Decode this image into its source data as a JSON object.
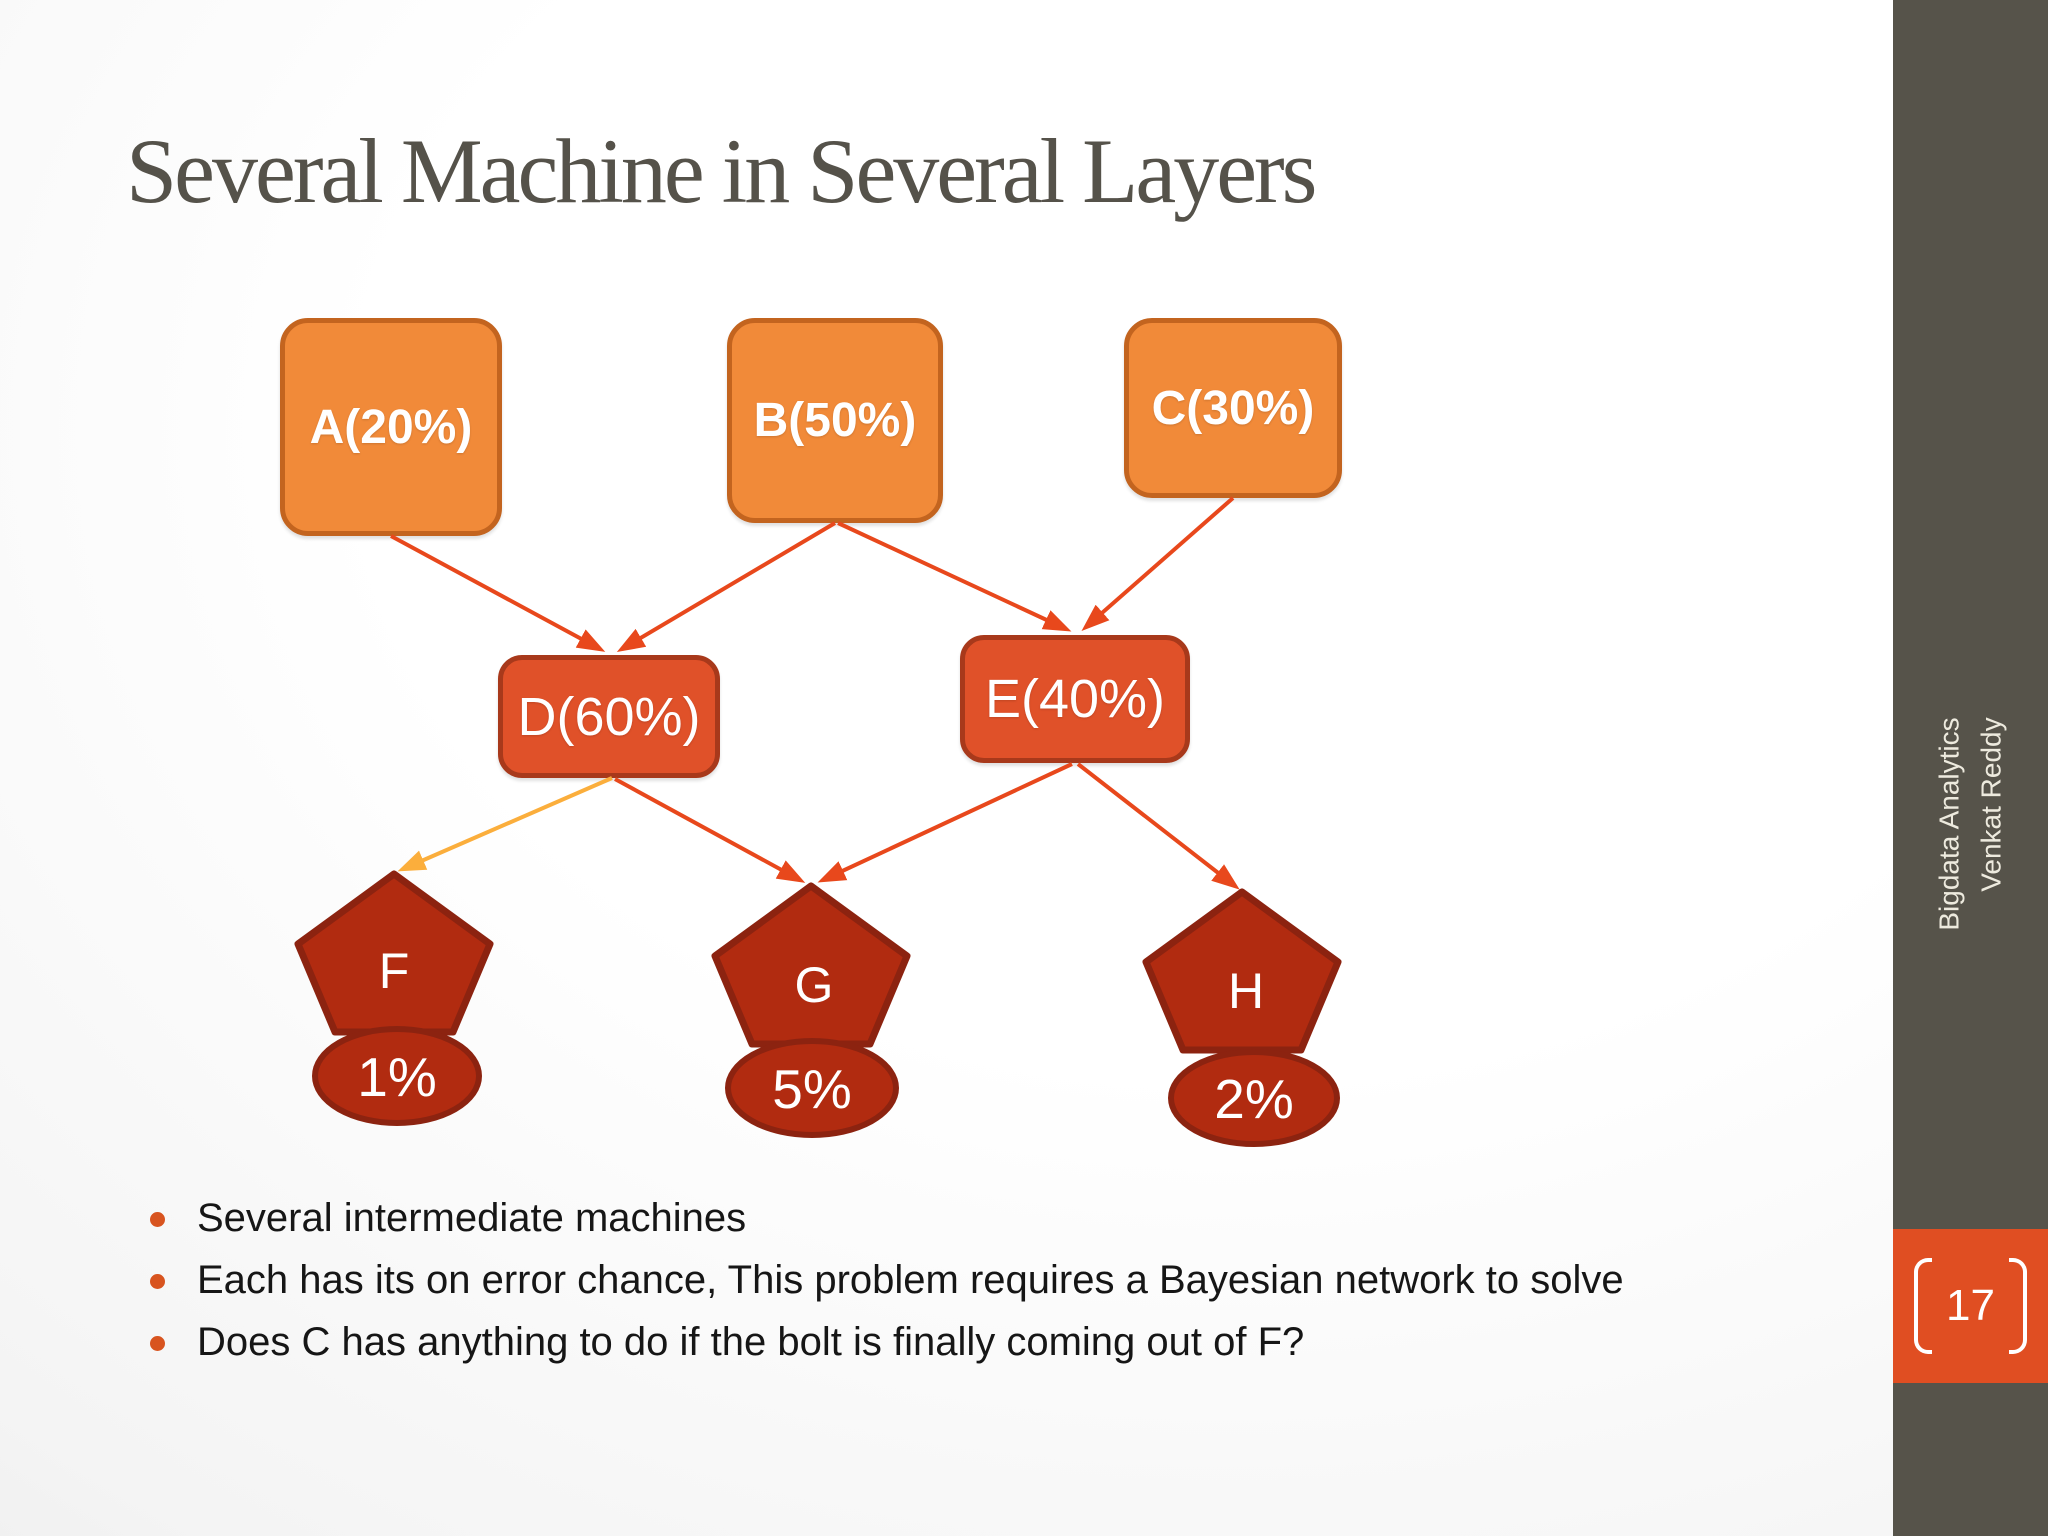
{
  "title": "Several Machine in Several Layers",
  "bullets": [
    "Several intermediate machines",
    "Each has its on error chance, This problem requires a Bayesian network to solve",
    "Does C has anything to do if the bolt is finally coming out of F?"
  ],
  "diagram": {
    "inputs": [
      {
        "id": "A",
        "label": "A(20%)"
      },
      {
        "id": "B",
        "label": "B(50%)"
      },
      {
        "id": "C",
        "label": "C(30%)"
      }
    ],
    "intermediates": [
      {
        "id": "D",
        "label": "D(60%)"
      },
      {
        "id": "E",
        "label": "E(40%)"
      }
    ],
    "outputs": [
      {
        "id": "F",
        "label": "F",
        "error": "1%"
      },
      {
        "id": "G",
        "label": "G",
        "error": "5%"
      },
      {
        "id": "H",
        "label": "H",
        "error": "2%"
      }
    ],
    "edges": [
      {
        "from": "A",
        "to": "D",
        "color": "red"
      },
      {
        "from": "B",
        "to": "D",
        "color": "red"
      },
      {
        "from": "B",
        "to": "E",
        "color": "red"
      },
      {
        "from": "C",
        "to": "E",
        "color": "red"
      },
      {
        "from": "D",
        "to": "F",
        "color": "yellow"
      },
      {
        "from": "D",
        "to": "G",
        "color": "red"
      },
      {
        "from": "E",
        "to": "G",
        "color": "red"
      },
      {
        "from": "E",
        "to": "H",
        "color": "red"
      }
    ]
  },
  "sidebar": {
    "line1": "Bigdata Analytics",
    "line2": "Venkat Reddy",
    "page_number": "17"
  },
  "colors": {
    "input_fill": "#F18A39",
    "input_border": "#C3641F",
    "intermediate_fill": "#E05129",
    "intermediate_border": "#A8391B",
    "output_fill": "#B12B10",
    "output_border": "#8C2310",
    "edge_red": "#E8481C",
    "edge_yellow": "#FBAE3C",
    "sidebar_bg": "#56534A",
    "page_box_bg": "#E04E22",
    "title_text": "#55524A",
    "bullet_dot": "#D8541F"
  }
}
